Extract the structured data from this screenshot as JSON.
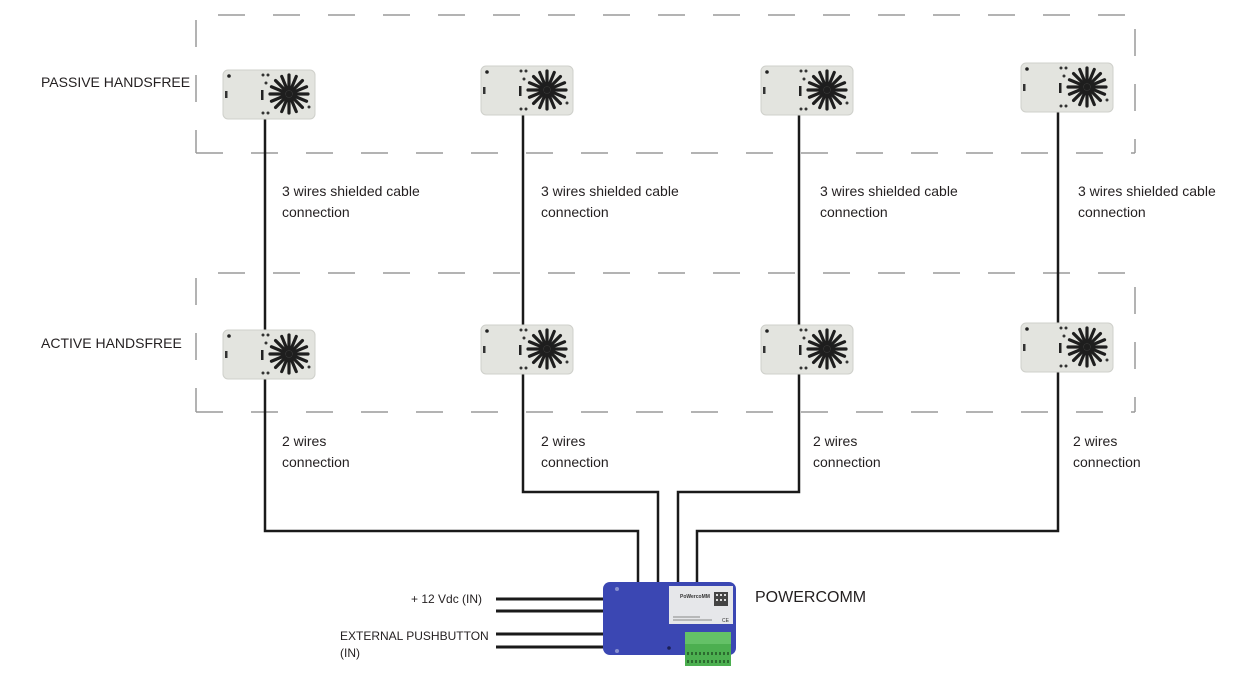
{
  "rows": [
    {
      "label": "PASSIVE HANDSFREE"
    },
    {
      "label": "ACTIVE HANDSFREE"
    }
  ],
  "columns": [
    {
      "upper_link": [
        "3 wires shielded cable",
        "connection"
      ],
      "lower_link": [
        "2 wires",
        "connection"
      ]
    },
    {
      "upper_link": [
        "3 wires shielded cable",
        "connection"
      ],
      "lower_link": [
        "2 wires",
        "connection"
      ]
    },
    {
      "upper_link": [
        "3 wires shielded cable",
        "connection"
      ],
      "lower_link": [
        "2 wires",
        "connection"
      ]
    },
    {
      "upper_link": [
        "3 wires shielded cable",
        "connection"
      ],
      "lower_link": [
        "2 wires",
        "connection"
      ]
    }
  ],
  "device": {
    "name": "POWERCOMM",
    "sticker_brand": "PoWercoMM",
    "colors": {
      "body": "#3b47b3",
      "terminal": "#4caf50",
      "unit": "#e3e4df",
      "wire": "#1a1a1a",
      "dash": "#9a9a9a"
    }
  },
  "inputs": [
    {
      "label": "+ 12 Vdc  (IN)"
    },
    {
      "label_lines": [
        "EXTERNAL PUSHBUTTON",
        "(IN)"
      ]
    }
  ]
}
